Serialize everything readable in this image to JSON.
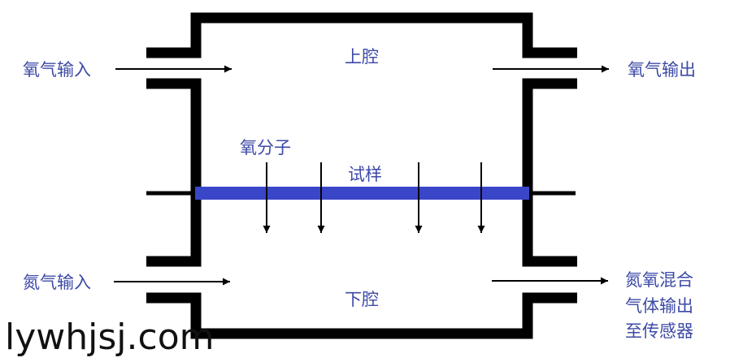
{
  "labels": {
    "oxygen_in": "氧气输入",
    "oxygen_out": "氧气输出",
    "upper_chamber": "上腔",
    "oxygen_molecule": "氧分子",
    "sample": "试样",
    "nitrogen_in": "氮气输入",
    "lower_chamber": "下腔",
    "mixed_out_line1": "氮氧混合",
    "mixed_out_line2": "气体输出",
    "mixed_out_line3": "至传感器"
  },
  "watermark": "lywhjsj.com",
  "colors": {
    "label": "#3d4aa6",
    "wall": "#000000",
    "sample_film": "#3a46c8",
    "arrow": "#000000"
  }
}
